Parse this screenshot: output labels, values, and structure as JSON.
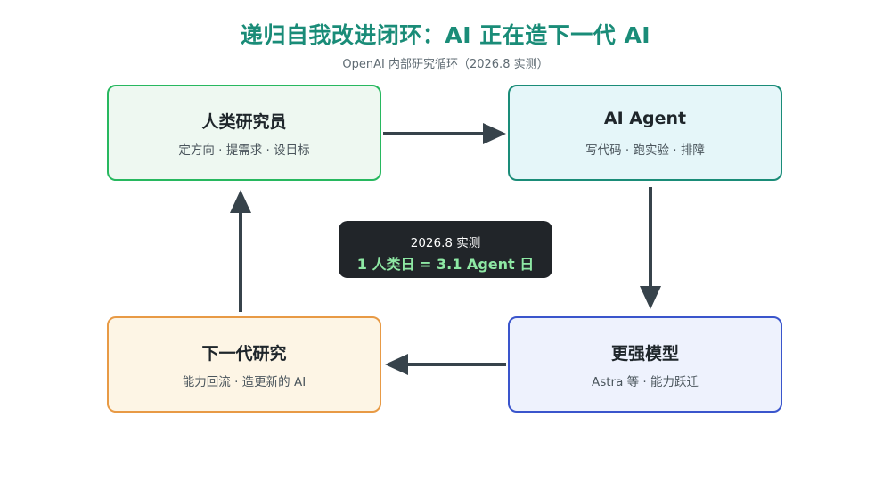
{
  "header": {
    "title": "递归自我改进闭环：AI 正在造下一代 AI",
    "subtitle": "OpenAI 内部研究循环（2026.8 实测）"
  },
  "nodes": {
    "humans": {
      "title": "人类研究员",
      "subtitle": "定方向 · 提需求 · 设目标"
    },
    "agent": {
      "title": "AI Agent",
      "subtitle": "写代码 · 跑实验 · 排障"
    },
    "model": {
      "title": "更强模型",
      "subtitle": "Astra 等 · 能力跃迁"
    },
    "next": {
      "title": "下一代研究",
      "subtitle": "能力回流 · 造更新的 AI"
    }
  },
  "badge": {
    "line1": "2026.8 实测",
    "line2": "1 人类日 = 3.1 Agent 日"
  },
  "colors": {
    "title": "#1a8c78",
    "humans_border": "#27b85f",
    "agent_border": "#1a8c78",
    "model_border": "#3a55cc",
    "next_border": "#e89a45",
    "arrow": "#37434b",
    "badge_bg": "#212529",
    "badge_highlight": "#8ee8a4"
  }
}
